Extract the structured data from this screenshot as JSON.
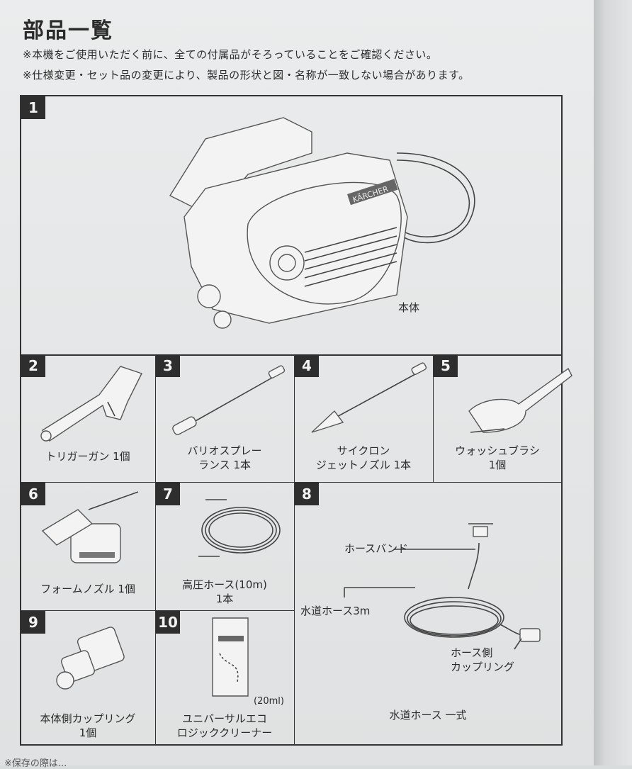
{
  "title": "部品一覧",
  "notes": [
    "※本機をご使用いただく前に、全ての付属品がそろっていることをご確認ください。",
    "※仕様変更・セット品の変更により、製品の形状と図・名称が一致しない場合があります。"
  ],
  "parts": {
    "p1": {
      "num": "1",
      "label": "本体"
    },
    "p2": {
      "num": "2",
      "label": "トリガーガン 1個"
    },
    "p3": {
      "num": "3",
      "label": "バリオスプレー\nランス 1本"
    },
    "p4": {
      "num": "4",
      "label": "サイクロン\nジェットノズル 1本"
    },
    "p5": {
      "num": "5",
      "label": "ウォッシュブラシ\n1個"
    },
    "p6": {
      "num": "6",
      "label": "フォームノズル 1個"
    },
    "p7": {
      "num": "7",
      "label": "高圧ホース(10m)\n1本"
    },
    "p8": {
      "num": "8",
      "label": "水道ホース 一式",
      "callouts": {
        "band": "ホースバンド",
        "hose": "水道ホース3m",
        "coupling": "ホース側\nカップリング"
      }
    },
    "p9": {
      "num": "9",
      "label": "本体側カップリング\n1個"
    },
    "p10": {
      "num": "10",
      "label": "ユニバーサルエコ\nロジッククリーナー",
      "volume": "(20ml)"
    }
  },
  "brand": "KÄRCHER",
  "footer": "※保存の際は..."
}
